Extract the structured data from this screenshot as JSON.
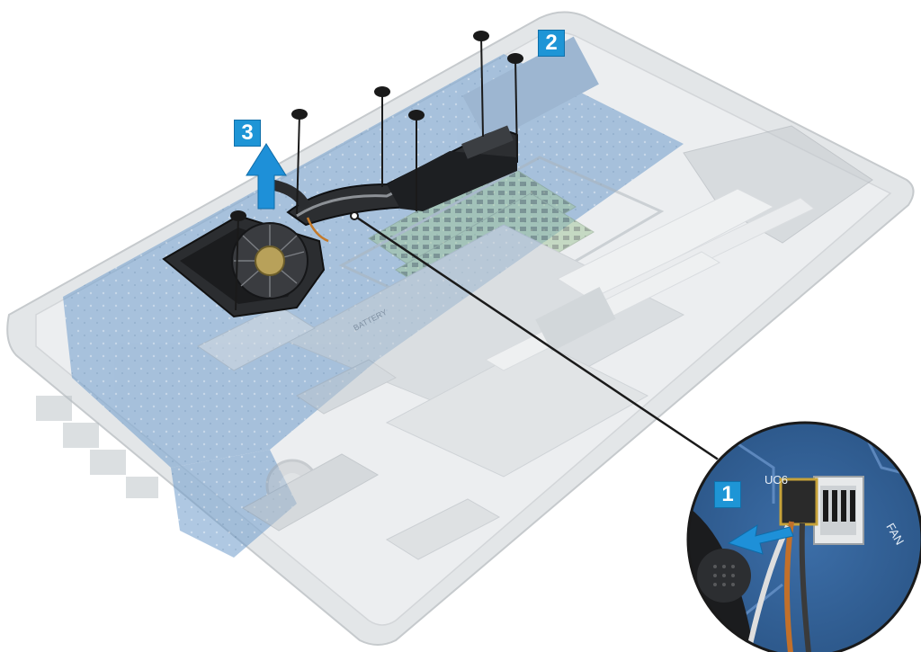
{
  "callouts": {
    "step1": "1",
    "step2": "2",
    "step3": "3"
  },
  "board_labels": {
    "battery": "BATTERY",
    "fan": "FAN",
    "uc6": "UC6"
  },
  "colors": {
    "callout_bg": "#1e95d6",
    "arrow": "#1e90d8",
    "board_blue": "#5c8fc0",
    "chassis": "#e3e6e8"
  },
  "icons": {
    "arrow1": "arrow-left-icon",
    "arrow3": "arrow-up-icon",
    "screw": "screw-icon"
  }
}
